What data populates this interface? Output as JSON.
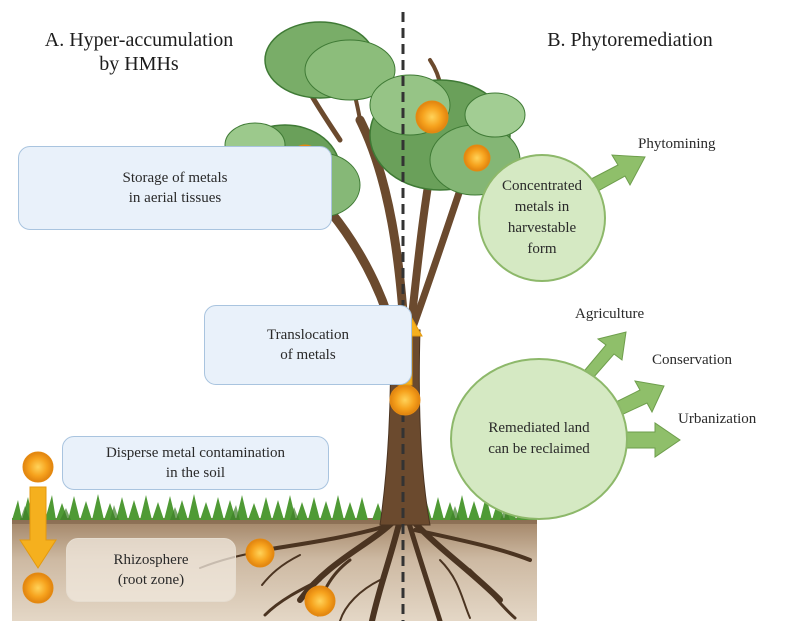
{
  "headings": {
    "left_line1": "A. Hyper-accumulation",
    "left_line2": "by HMHs",
    "right": "B. Phytoremediation"
  },
  "boxes": {
    "storage": {
      "line1": "Storage of metals",
      "line2": "in aerial tissues"
    },
    "translocation": {
      "line1": "Translocation",
      "line2": "of metals"
    },
    "disperse": {
      "line1": "Disperse metal contamination",
      "line2": "in the soil"
    },
    "rhizosphere": {
      "line1": "Rhizosphere",
      "line2": "(root zone)"
    }
  },
  "circles": {
    "concentrated": {
      "line1": "Concentrated",
      "line2": "metals in",
      "line3": "harvestable",
      "line4": "form"
    },
    "remediated": {
      "line1": "Remediated land",
      "line2": "can be reclaimed"
    }
  },
  "outputs": {
    "phytomining": "Phytomining",
    "agriculture": "Agriculture",
    "conservation": "Conservation",
    "urbanization": "Urbanization"
  },
  "colors": {
    "box_fill": "#e9f1fa",
    "box_border": "#a9c4df",
    "circle_fill": "#d5e9c3",
    "circle_border": "#8db86a",
    "arrow_green": "#8fbf6a",
    "arrow_orange": "#f5b01e",
    "metal_orange": "#f39a1e",
    "trunk_brown": "#6b4a2e",
    "soil_brown": "#c9b49a",
    "grass_green": "#4f9a35",
    "foliage_green": "#6aa05a"
  }
}
